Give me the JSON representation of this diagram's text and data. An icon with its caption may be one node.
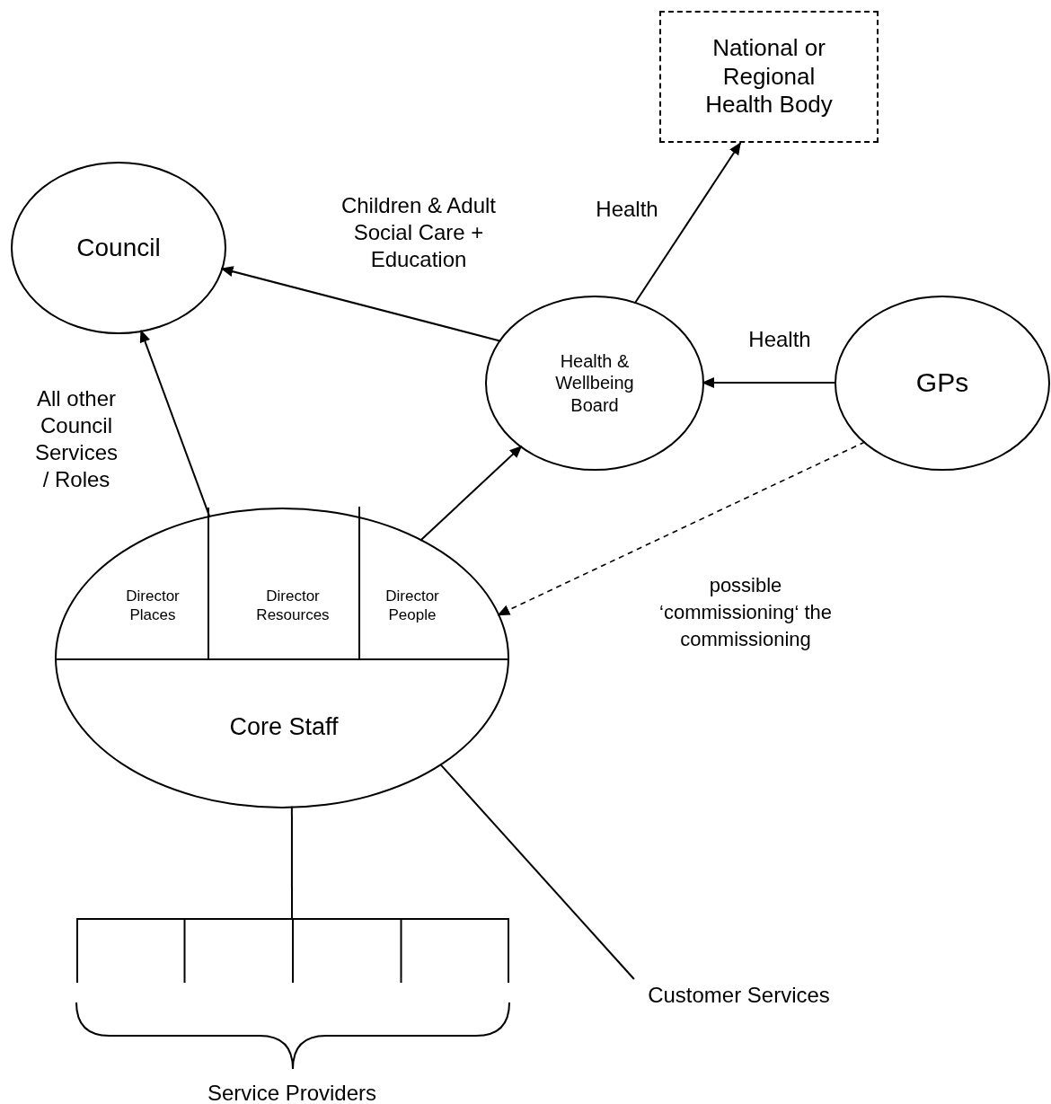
{
  "diagram": {
    "nodes": [
      {
        "text": [
          "National or Regional Health Body"
        ]
      },
      {
        "text": [
          "Council"
        ]
      },
      {
        "text": [
          "Health & Wellbeing Board"
        ]
      },
      {
        "text": [
          "GPs"
        ]
      },
      {
        "text": [
          "Core Staff"
        ]
      },
      {
        "text": [
          "Director Places"
        ],
        "in": 4
      },
      {
        "text": [
          "Director Resources"
        ],
        "in": 4
      },
      {
        "text": [
          "Director People"
        ],
        "in": 4
      },
      {
        "text": [],
        "shape": "bar"
      },
      {
        "text": [
          "Customer Services"
        ]
      }
    ],
    "edges": [
      {
        "from": 2,
        "to": 1,
        "arrow": "to",
        "label": "Children & Adult Social Care + Education"
      },
      {
        "from": 2,
        "to": 0,
        "arrow": "to",
        "label": "Health"
      },
      {
        "from": 3,
        "to": 2,
        "arrow": "to",
        "label": "Health"
      },
      {
        "from": 4,
        "to": 2,
        "arrow": "to"
      },
      {
        "from": 4,
        "to": 1,
        "arrow": "to",
        "label": "All other Council Services / Roles"
      },
      {
        "from": 3,
        "to": 4,
        "arrow": "to",
        "style": "dashed",
        "label": "possible ‘commissioning‘ the commissioning"
      },
      {
        "from": 4,
        "to": 8,
        "arrow": "none"
      },
      {
        "from": 4,
        "to": 9,
        "arrow": "none"
      }
    ],
    "labels": [
      "Service Providers"
    ]
  }
}
